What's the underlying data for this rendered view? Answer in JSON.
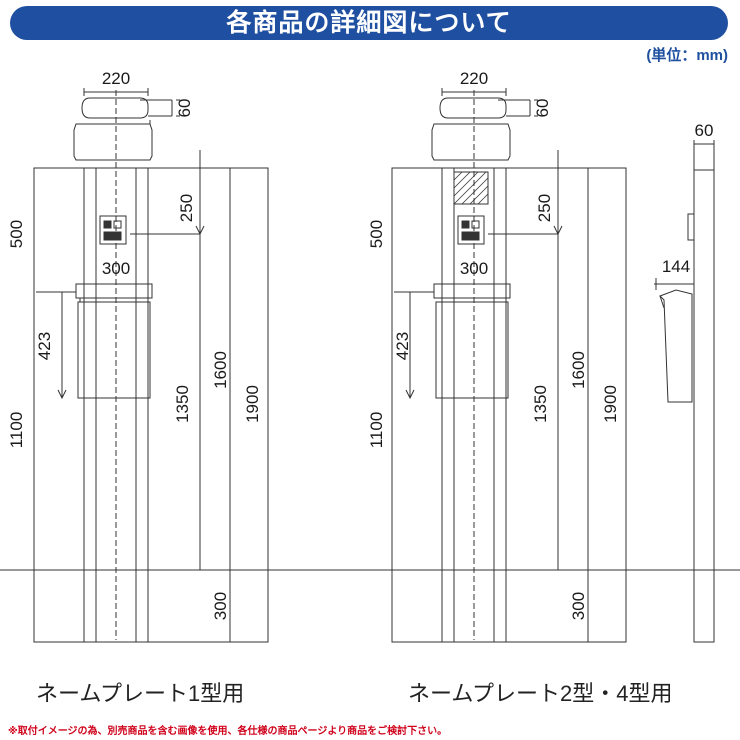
{
  "header": {
    "title": "各商品の詳細図について",
    "unit": "(単位：mm)"
  },
  "dimensions": {
    "d220": "220",
    "d60": "60",
    "d500": "500",
    "d250": "250",
    "d300": "300",
    "d423": "423",
    "d1600": "1600",
    "d1350": "1350",
    "d1900": "1900",
    "d1100": "1100",
    "d144": "144"
  },
  "captions": {
    "model1": "ネームプレート1型用",
    "model2": "ネームプレート2型・4型用"
  },
  "footnote": "※取付イメージの為、別売商品を含む画像を使用、各仕様の商品ページより商品をご検討下さい。",
  "colors": {
    "banner": "#1f4fa0",
    "note": "#d0021b",
    "line": "#333333"
  }
}
